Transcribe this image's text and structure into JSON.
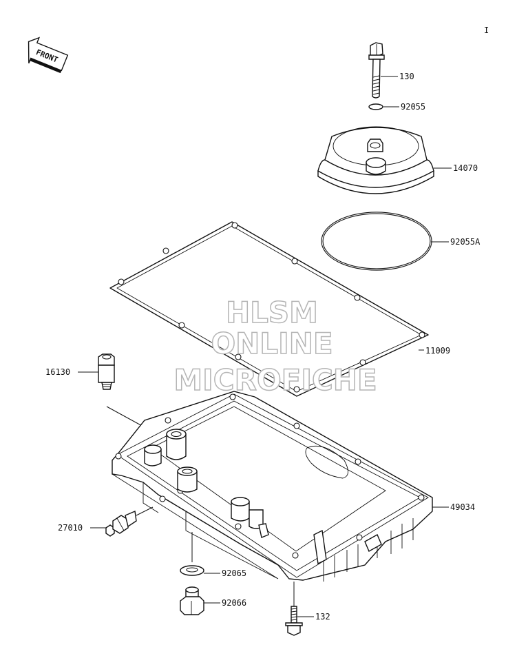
{
  "page_marker": "I",
  "front_arrow": {
    "label": "FRONT"
  },
  "watermark": {
    "line1": "HLSM",
    "line2": "ONLINE",
    "line3": "MICROFICHE"
  },
  "parts": [
    {
      "id": "bolt",
      "number": "130"
    },
    {
      "id": "oring-small",
      "number": "92055"
    },
    {
      "id": "cover",
      "number": "14070"
    },
    {
      "id": "oring-large",
      "number": "92055A"
    },
    {
      "id": "gasket",
      "number": "11009"
    },
    {
      "id": "fitting",
      "number": "16130"
    },
    {
      "id": "oil-pan",
      "number": "49034"
    },
    {
      "id": "switch",
      "number": "27010"
    },
    {
      "id": "washer",
      "number": "92065"
    },
    {
      "id": "drain-plug",
      "number": "92066"
    },
    {
      "id": "small-bolt",
      "number": "132"
    }
  ]
}
